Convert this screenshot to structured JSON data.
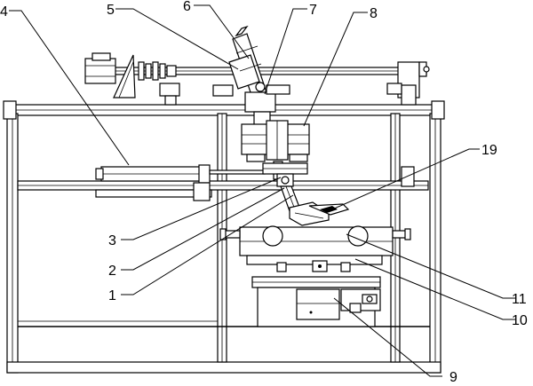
{
  "callouts": [
    {
      "id": "c4",
      "label": "4"
    },
    {
      "id": "c5",
      "label": "5"
    },
    {
      "id": "c6",
      "label": "6"
    },
    {
      "id": "c7",
      "label": "7"
    },
    {
      "id": "c8",
      "label": "8"
    },
    {
      "id": "c19",
      "label": "19"
    },
    {
      "id": "c3",
      "label": "3"
    },
    {
      "id": "c2",
      "label": "2"
    },
    {
      "id": "c1",
      "label": "1"
    },
    {
      "id": "c11",
      "label": "11"
    },
    {
      "id": "c10",
      "label": "10"
    },
    {
      "id": "c9",
      "label": "9"
    }
  ]
}
